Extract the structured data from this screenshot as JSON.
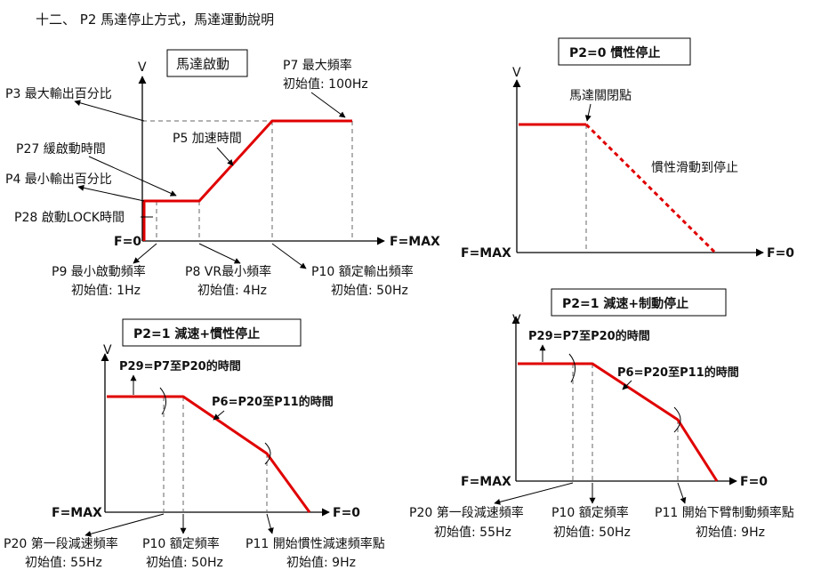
{
  "header": {
    "title": "十二、  P2 馬達停止方式，馬達運動說明"
  },
  "start_diagram": {
    "title": "馬達啟動",
    "axis_v": "V",
    "f_zero": "F=0",
    "f_max": "F=MAX",
    "p7": "P7 最大頻率",
    "p7_init": "初始值: 100Hz",
    "p3": "P3 最大輸出百分比",
    "p27": "P27 緩啟動時間",
    "p5": "P5 加速時間",
    "p4": "P4 最小輸出百分比",
    "p28": "P28 啟動LOCK時間",
    "p9": "P9 最小啟動頻率",
    "p9_init": "初始值: 1Hz",
    "p8": "P8 VR最小頻率",
    "p8_init": "初始值: 4Hz",
    "p10": "P10 額定輸出頻率",
    "p10_init": "初始值: 50Hz"
  },
  "p2_0": {
    "title": "P2=0  慣性停止",
    "axis_v": "V",
    "f_max": "F=MAX",
    "f_zero": "F=0",
    "off_point": "馬達關閉點",
    "coast": "慣性滑動到停止"
  },
  "p2_1a": {
    "title": "P2=1  減速+慣性停止",
    "axis_v": "V",
    "f_max": "F=MAX",
    "f_zero": "F=0",
    "p29": "P29=P7至P20的時間",
    "p6": "P6=P20至P11的時間",
    "p20": "P20 第一段減速頻率",
    "p20_init": "初始值: 55Hz",
    "p10": "P10 額定頻率",
    "p10_init": "初始值: 50Hz",
    "p11": "P11 開始慣性減速頻率點",
    "p11_init": "初始值: 9Hz"
  },
  "p2_1b": {
    "title": "P2=1  減速+制動停止",
    "axis_v": "V",
    "f_max": "F=MAX",
    "f_zero": "F=0",
    "p29": "P29=P7至P20的時間",
    "p6": "P6=P20至P11的時間",
    "p20": "P20 第一段減速頻率",
    "p20_init": "初始值: 55Hz",
    "p10": "P10 額定頻率",
    "p10_init": "初始值: 50Hz",
    "p11": "P11 開始下臂制動頻率點",
    "p11_init": "初始值: 9Hz"
  },
  "colors": {
    "curve": "#e00000",
    "axis": "#000000",
    "guide": "#666666"
  }
}
